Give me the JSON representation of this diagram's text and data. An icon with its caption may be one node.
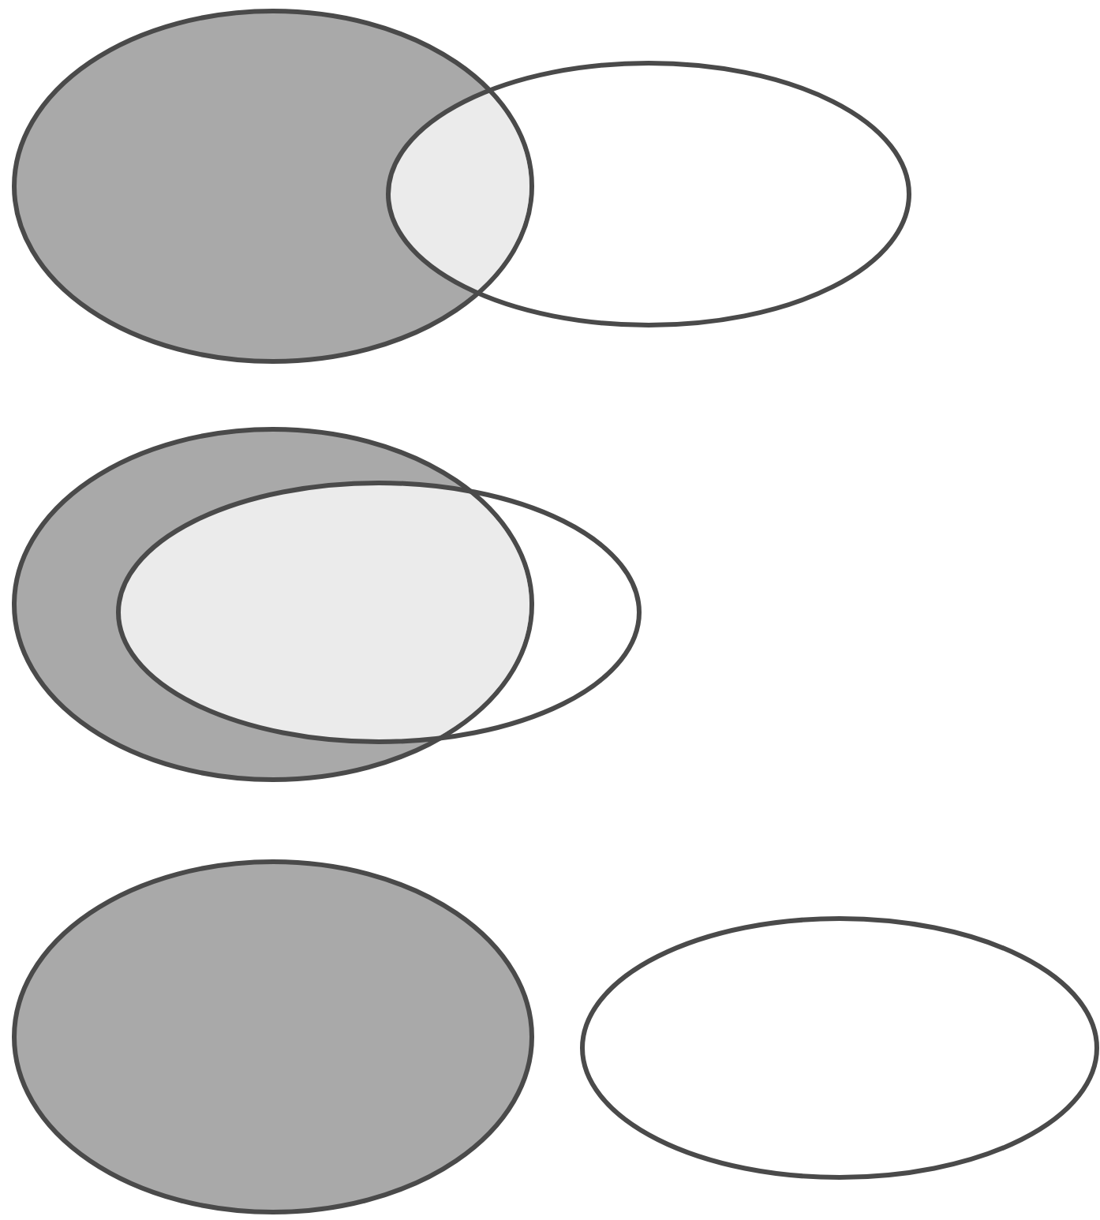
{
  "diagram": {
    "nodes": [
      {
        "text": [],
        "shape": "ellipse"
      },
      {
        "text": [],
        "shape": "ellipse"
      },
      {
        "text": [],
        "shape": "ellipse"
      },
      {
        "text": [],
        "shape": "ellipse"
      },
      {
        "text": [],
        "shape": "ellipse"
      },
      {
        "text": [],
        "shape": "ellipse"
      }
    ]
  }
}
